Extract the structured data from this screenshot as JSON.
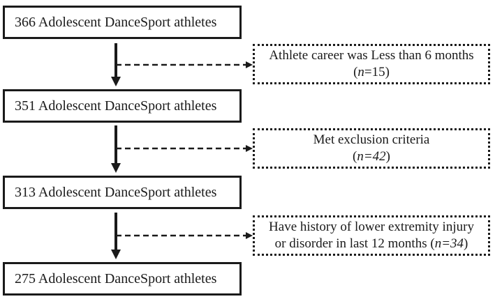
{
  "stages": [
    {
      "label": "366 Adolescent DanceSport athletes"
    },
    {
      "label": "351 Adolescent DanceSport athletes"
    },
    {
      "label": "313 Adolescent DanceSport athletes"
    },
    {
      "label": "275 Adolescent DanceSport athletes"
    }
  ],
  "exclusions": [
    {
      "line1": "Athlete career was Less than 6 months",
      "n_prefix": "(",
      "n_var": "n",
      "n_rest": "=15)"
    },
    {
      "line1": "Met exclusion criteria",
      "n_prefix": "(",
      "n_var": "n=42",
      "n_rest": ")"
    },
    {
      "line1": "Have history of lower extremity injury",
      "line2_text": "or disorder in last 12 months (",
      "n_var": "n=34",
      "n_rest": ")"
    }
  ],
  "colors": {
    "line": "#1a1a1a",
    "background": "#ffffff"
  }
}
